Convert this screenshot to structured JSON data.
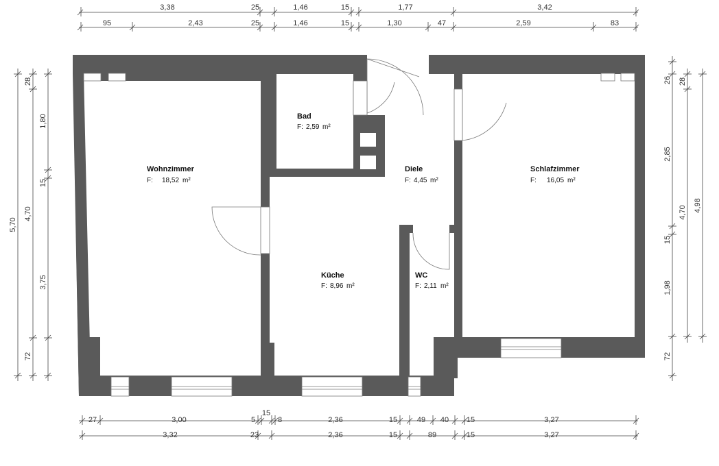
{
  "rooms": {
    "wohnzimmer": {
      "name": "Wohnzimmer",
      "area_prefix": "F:",
      "area_value": "18,52",
      "area_unit": "m²"
    },
    "bad": {
      "name": "Bad",
      "area_prefix": "F:",
      "area_value": "2,59",
      "area_unit": "m²"
    },
    "diele": {
      "name": "Diele",
      "area_prefix": "F:",
      "area_value": "4,45",
      "area_unit": "m²"
    },
    "schlafzimmer": {
      "name": "Schlafzimmer",
      "area_prefix": "F:",
      "area_value": "16,05",
      "area_unit": "m²"
    },
    "kueche": {
      "name": "Küche",
      "area_prefix": "F:",
      "area_value": "8,96",
      "area_unit": "m²"
    },
    "wc": {
      "name": "WC",
      "area_prefix": "F:",
      "area_value": "2,11",
      "area_unit": "m²"
    }
  },
  "dimensions": {
    "top_row1": [
      "3,38",
      "25",
      "1,46",
      "15",
      "1,77",
      "3,42"
    ],
    "top_row2": [
      "95",
      "2,43",
      "25",
      "1,46",
      "15",
      "1,30",
      "47",
      "2,59",
      "83"
    ],
    "bottom_row1": [
      "27",
      "3,00",
      "5",
      "15",
      "8",
      "2,36",
      "15",
      "49",
      "40",
      "15",
      "3,27"
    ],
    "bottom_row2": [
      "3,32",
      "23",
      "2,36",
      "15",
      "89",
      "15",
      "3,27"
    ],
    "left_outer": [
      "5,70"
    ],
    "left_mid": [
      "28",
      "4,70",
      "72"
    ],
    "left_inner": [
      "1,80",
      "15",
      "3,75"
    ],
    "right_inner": [
      "26",
      "2,85",
      "15",
      "1,98",
      "72"
    ],
    "right_mid": [
      "28",
      "4,70"
    ],
    "right_outer": [
      "4,98"
    ]
  }
}
